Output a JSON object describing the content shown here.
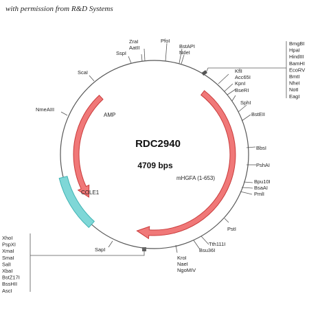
{
  "credit": "with permission from R&D Systems",
  "plasmid": {
    "name": "RDC2940",
    "size_label": "4709 bps"
  },
  "features": {
    "amp": "AMP",
    "mhgfa": "mHGFA (1-653)",
    "cole1": "COLE1"
  },
  "sites": {
    "zrai": "ZraI",
    "aatii": "AatII",
    "pfoi": "PfoI",
    "bstapi": "BstAPI",
    "ndei": "NdeI",
    "sspi": "SspI",
    "scai": "ScaI",
    "nmeaiii": "NmeAIII",
    "sapi": "SapI",
    "kfli": "KflI",
    "acc65i": "Acc65I",
    "kpni": "KpnI",
    "bseri": "BseRI",
    "sphi": "SphI",
    "bsteii": "BstEII",
    "bbsi": "BbsI",
    "pshai": "PshAI",
    "bpu10i": "Bpu10I",
    "bsaai": "BsaAI",
    "pmli": "PmlI",
    "psti": "PstI",
    "tth111i": "Tth111I",
    "bsu36i": "Bsu36I",
    "kroi": "KroI",
    "naei": "NaeI",
    "ngomiv": "NgoMIV"
  },
  "mcs_top": [
    "BmgBI",
    "HpaI",
    "HindIII",
    "BamHI",
    "EcoRV",
    "BmtI",
    "NheI",
    "NotI",
    "EagI"
  ],
  "mcs_bottom": [
    "XhoI",
    "PspXI",
    "XmaI",
    "SmaI",
    "SalI",
    "XbaI",
    "BstZ17I",
    "BssHII",
    "AscI"
  ],
  "colors": {
    "orf_fill": "#f07878",
    "orf_stroke": "#c83a3a",
    "ori_fill": "#7fd7d7",
    "ori_stroke": "#3fb3b3",
    "backbone": "#555555"
  }
}
